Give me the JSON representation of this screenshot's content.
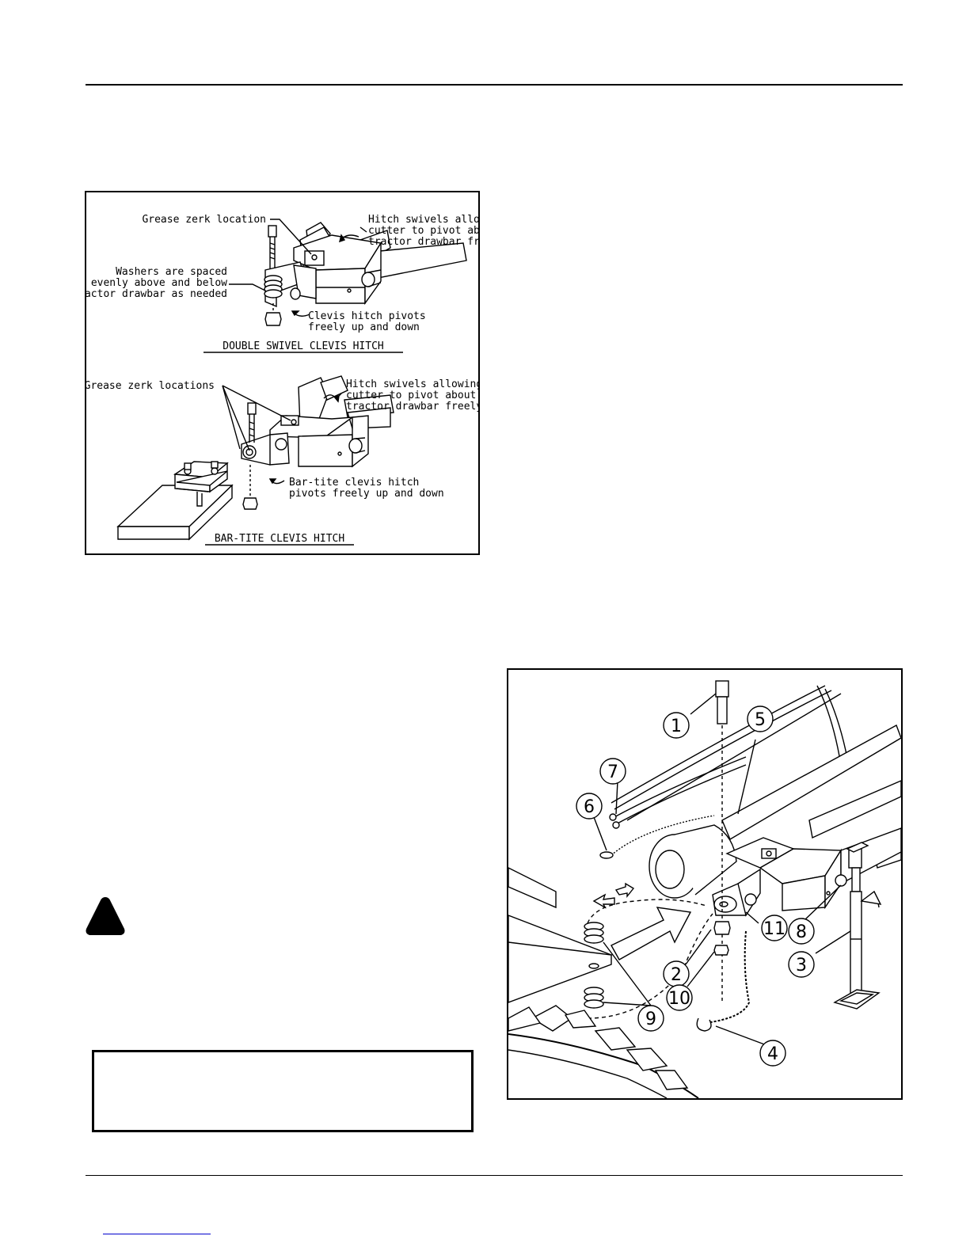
{
  "figure_top": {
    "double_swivel": {
      "title": "DOUBLE SWIVEL CLEVIS HITCH",
      "grease_zerk": "Grease zerk location",
      "hitch_swivels": [
        "Hitch swivels allowing",
        "cutter to pivot about",
        "tractor drawbar freely"
      ],
      "washers": [
        "Washers are spaced",
        "evenly above and below",
        "tractor drawbar as needed"
      ],
      "clevis_pivots": [
        "Clevis hitch pivots",
        "freely up and down"
      ]
    },
    "bar_tite": {
      "title": "BAR-TITE CLEVIS HITCH",
      "grease_zerks": "Grease zerk locations",
      "hitch_swivels": [
        "Hitch swivels allowing",
        "cutter to pivot about",
        "tractor drawbar freely"
      ],
      "clevis_pivots": [
        "Bar-tite clevis hitch",
        "pivots freely up and down"
      ]
    }
  },
  "figure_bottom": {
    "callouts": [
      "1",
      "2",
      "3",
      "4",
      "5",
      "6",
      "7",
      "8",
      "9",
      "10",
      "11"
    ]
  },
  "colors": {
    "ink": "#000000",
    "link": "#0000cc"
  }
}
